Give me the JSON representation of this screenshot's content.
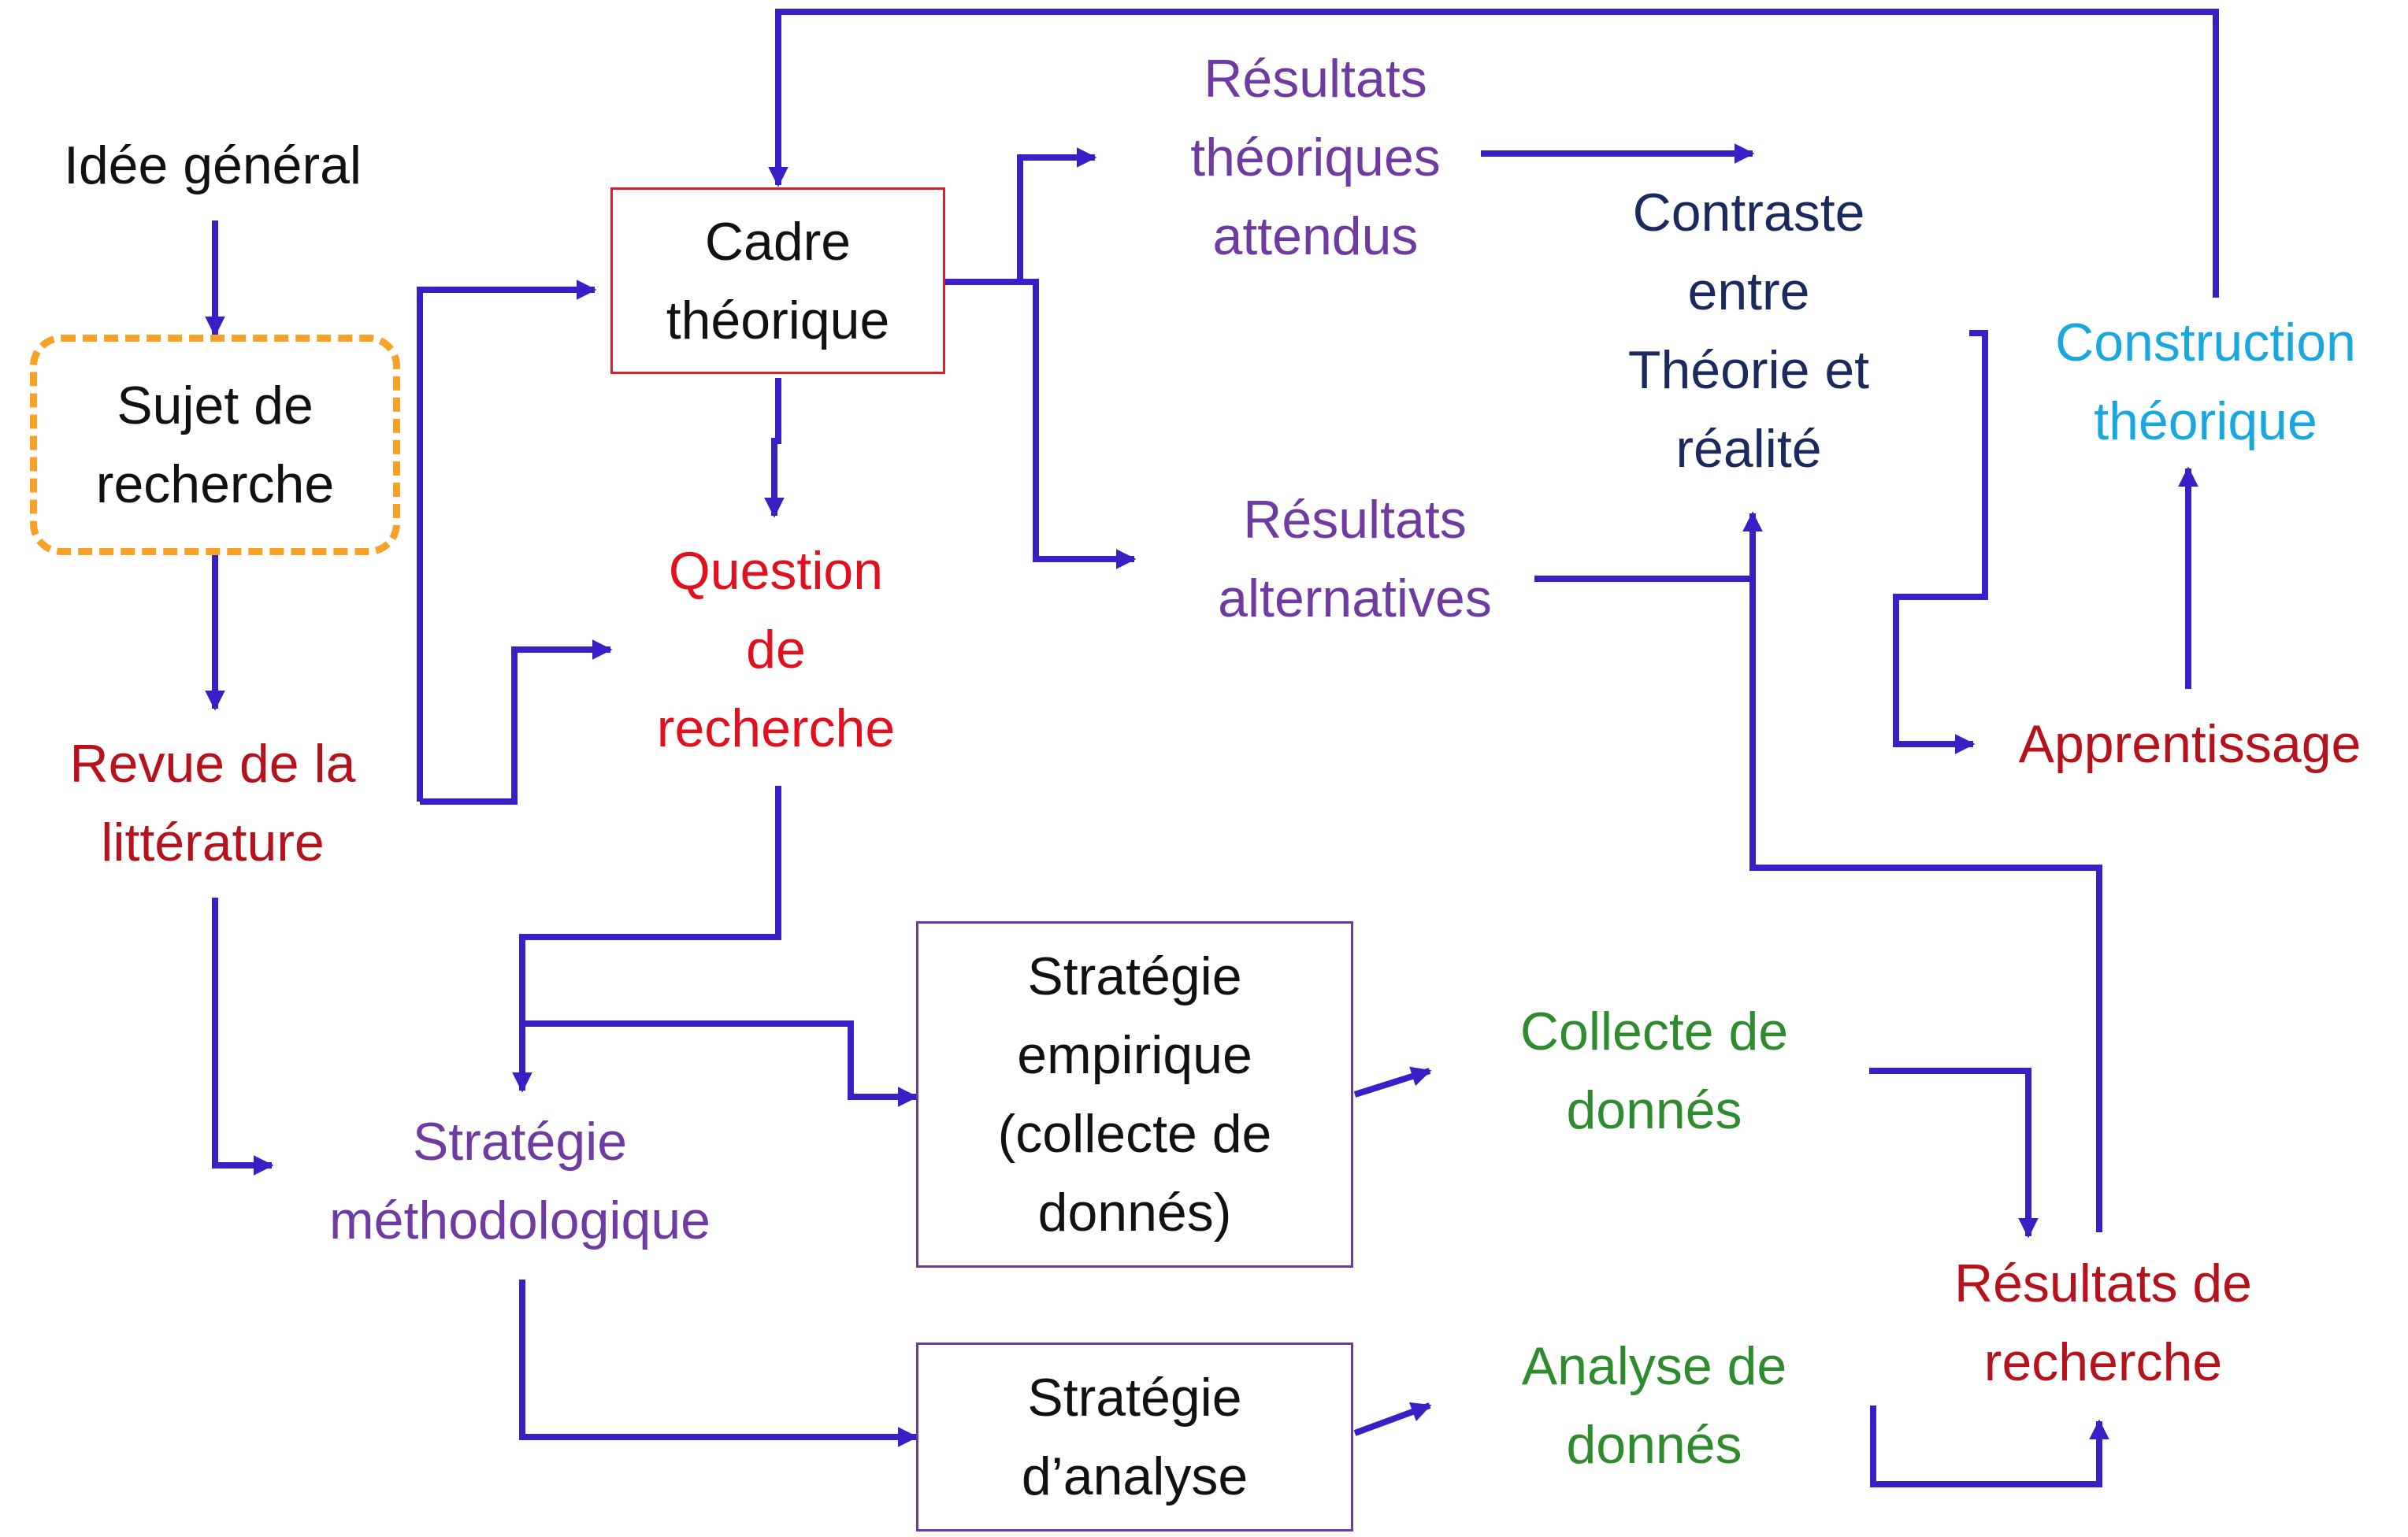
{
  "colors": {
    "arrow": "#3a1fc6",
    "black": "#111111",
    "dark_red": "#b5121b",
    "red": "#e0101e",
    "purple": "#6f3aa1",
    "navy": "#1a2a5e",
    "cyan": "#1aa7e0",
    "green": "#2e8b2e",
    "orange": "#f7a226"
  },
  "nodes": {
    "idee_general": [
      "Idée général"
    ],
    "sujet_de_recherche": [
      "Sujet de",
      "recherche"
    ],
    "revue_litterature": [
      "Revue de la",
      "littérature"
    ],
    "cadre_theorique": [
      "Cadre",
      "théorique"
    ],
    "question_recherche": [
      "Question",
      "de",
      "recherche"
    ],
    "resultats_theoriques": [
      "Résultats",
      "théoriques",
      "attendus"
    ],
    "resultats_alternatives": [
      "Résultats",
      "alternatives"
    ],
    "contraste": [
      "Contraste",
      "entre",
      "Théorie et",
      "réalité"
    ],
    "construction_theorique": [
      "Construction",
      "théorique"
    ],
    "apprentissage": [
      "Apprentissage"
    ],
    "strategie_methodologique": [
      "Stratégie",
      "méthodologique"
    ],
    "strategie_empirique": [
      "Stratégie",
      "empirique",
      "(collecte de",
      "donnés)"
    ],
    "strategie_analyse": [
      "Stratégie",
      "d’analyse"
    ],
    "collecte_donnes": [
      "Collecte de",
      "donnés"
    ],
    "analyse_donnes": [
      "Analyse de",
      "donnés"
    ],
    "resultats_recherche": [
      "Résultats de",
      "recherche"
    ]
  }
}
